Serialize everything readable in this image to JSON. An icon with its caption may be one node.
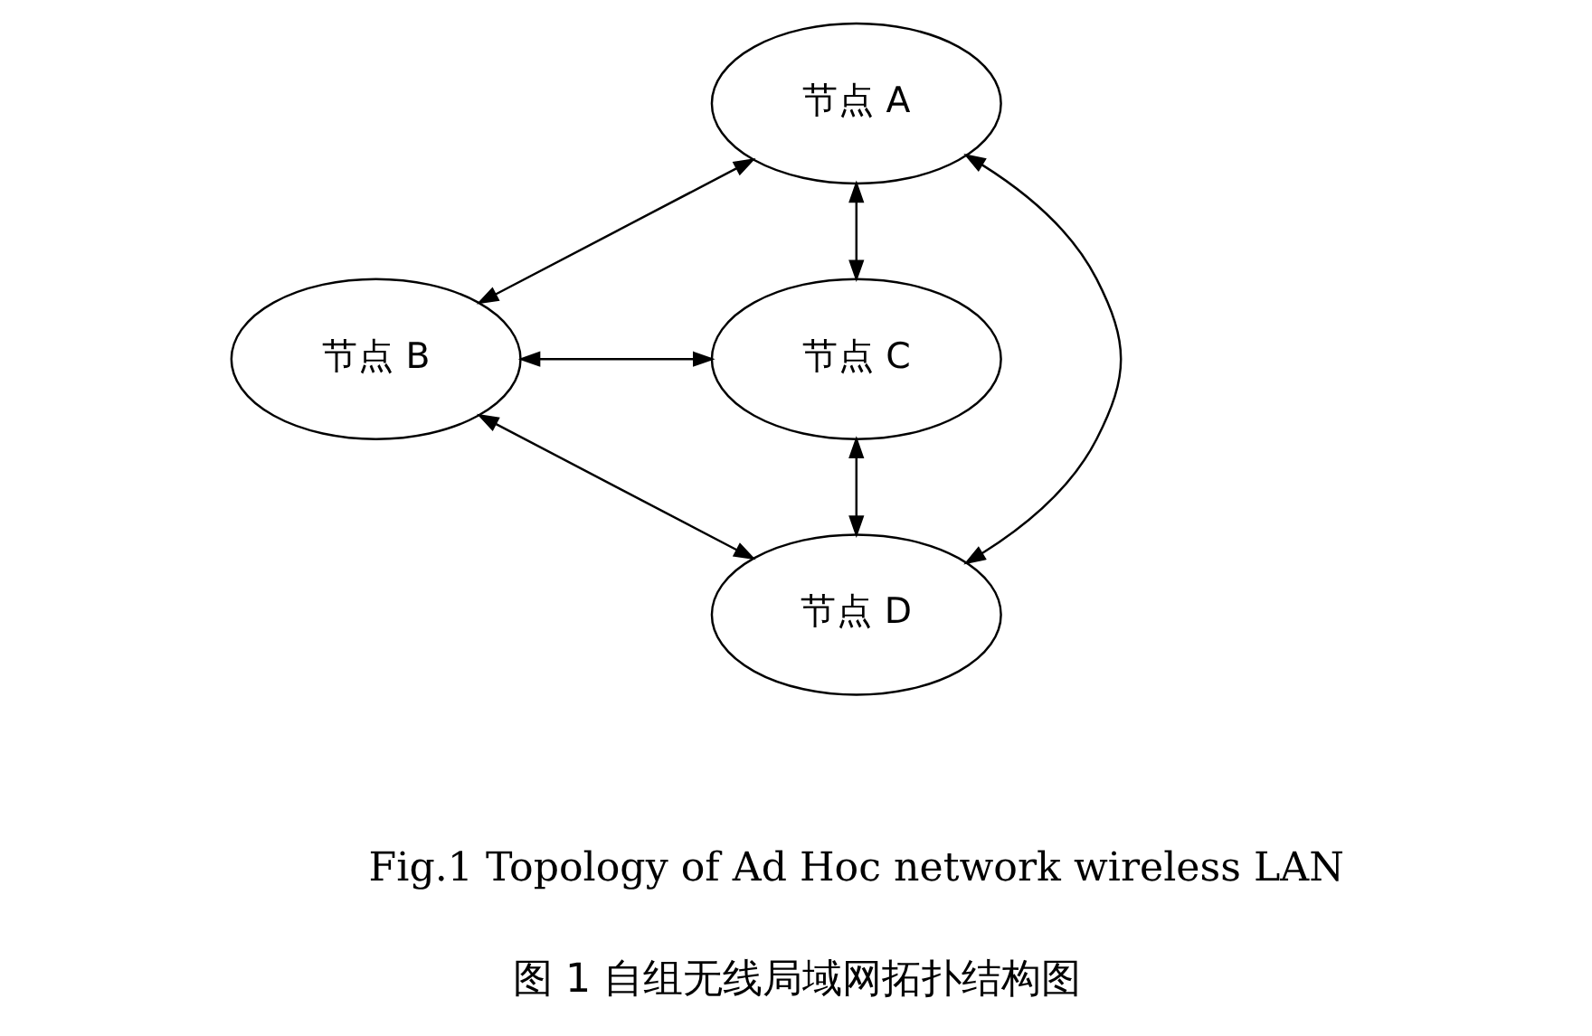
{
  "diagram": {
    "caption": "图 1 自组无线局域网拓扑结构图",
    "nodes": [
      {
        "text": [
          "节点 A"
        ]
      },
      {
        "text": [
          "节点 B"
        ]
      },
      {
        "text": [
          "节点 C"
        ]
      },
      {
        "text": [
          "节点 D"
        ]
      }
    ],
    "edges": [
      {
        "from": 0,
        "to": 1,
        "arrow": "both"
      },
      {
        "from": 0,
        "to": 2,
        "arrow": "both"
      },
      {
        "from": 1,
        "to": 2,
        "arrow": "both"
      },
      {
        "from": 0,
        "to": 3,
        "arrow": "both"
      },
      {
        "from": 1,
        "to": 3,
        "arrow": "both"
      },
      {
        "from": 2,
        "to": 3,
        "arrow": "both"
      }
    ],
    "labels": [
      "Fig.1 Topology of Ad Hoc network wireless LAN"
    ]
  }
}
